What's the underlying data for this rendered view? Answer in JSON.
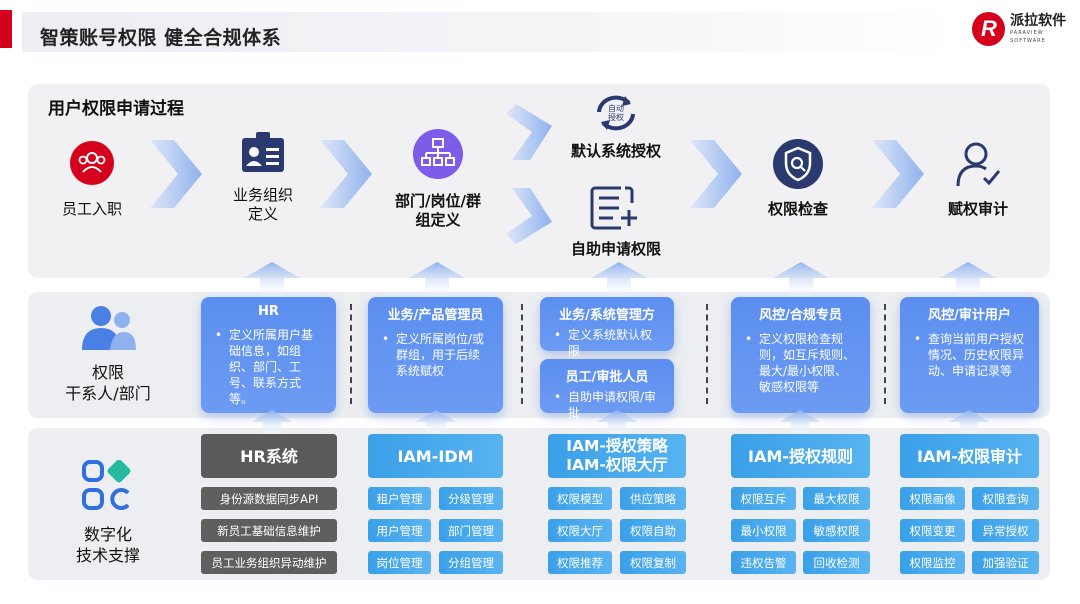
{
  "header": {
    "title": "智策账号权限 健全合规体系"
  },
  "logo": {
    "name": "派拉软件",
    "sub": "PARAVIEW SOFTWARE",
    "mark": "R"
  },
  "process": {
    "title": "用户权限申请过程",
    "steps": [
      {
        "label": "员工入职"
      },
      {
        "label": "业务组织定义",
        "lines": [
          "业务组织",
          "定义"
        ]
      },
      {
        "label": "部门/岗位/群组定义",
        "lines": [
          "部门/岗位/群",
          "组定义"
        ]
      },
      {
        "label": "默认系统授权",
        "icon_text": [
          "自动",
          "授权"
        ]
      },
      {
        "label": "自助申请权限"
      },
      {
        "label": "权限检查"
      },
      {
        "label": "赋权审计"
      }
    ]
  },
  "stakeholders": {
    "label_lines": [
      "权限",
      "干系人/部门"
    ],
    "roles": [
      {
        "title": "HR",
        "items": [
          "定义所属用户基础信息，如组织、部门、工号、联系方式等。"
        ]
      },
      {
        "title": "业务/产品管理员",
        "items": [
          "定义所属岗位/或群组，用于后续系统赋权"
        ]
      },
      {
        "title": "业务/系统管理方",
        "items": [
          "定义系统默认权限"
        ]
      },
      {
        "title": "员工/审批人员",
        "items": [
          "自助申请权限/审批"
        ]
      },
      {
        "title": "风控/合规专员",
        "items": [
          "定义权限检查规则，如互斥规则、最大/最小权限、敏感权限等"
        ]
      },
      {
        "title": "风控/审计用户",
        "items": [
          "查询当前用户授权情况、历史权限异动、申请记录等"
        ]
      }
    ]
  },
  "tech": {
    "label_lines": [
      "数字化",
      "技术支撑"
    ],
    "systems": [
      {
        "name": "HR系统",
        "chips": [
          "身份源数据同步API",
          "新员工基础信息维护",
          "员工业务组织异动维护"
        ]
      },
      {
        "name": "IAM-IDM",
        "chips": [
          "租户管理",
          "分级管理",
          "用户管理",
          "部门管理",
          "岗位管理",
          "分组管理"
        ]
      },
      {
        "name_lines": [
          "IAM-授权策略",
          "IAM-权限大厅"
        ],
        "chips": [
          "权限模型",
          "供应策略",
          "权限大厅",
          "权限自助",
          "权限推荐",
          "权限复制"
        ]
      },
      {
        "name": "IAM-授权规则",
        "chips": [
          "权限互斥",
          "最大权限",
          "最小权限",
          "敏感权限",
          "违权告警",
          "回收检测"
        ]
      },
      {
        "name": "IAM-权限审计",
        "chips": [
          "权限画像",
          "权限查询",
          "权限变更",
          "异常授权",
          "权限监控",
          "加强验证"
        ]
      }
    ]
  },
  "colors": {
    "accent": "#d4001c",
    "role_card": "#5b8ef0",
    "chip_blue": "#3aa0e8",
    "chip_gray": "#5f5f5f",
    "icon_dark": "#2a3a6e",
    "icon_purple": "#7c5ce8"
  }
}
